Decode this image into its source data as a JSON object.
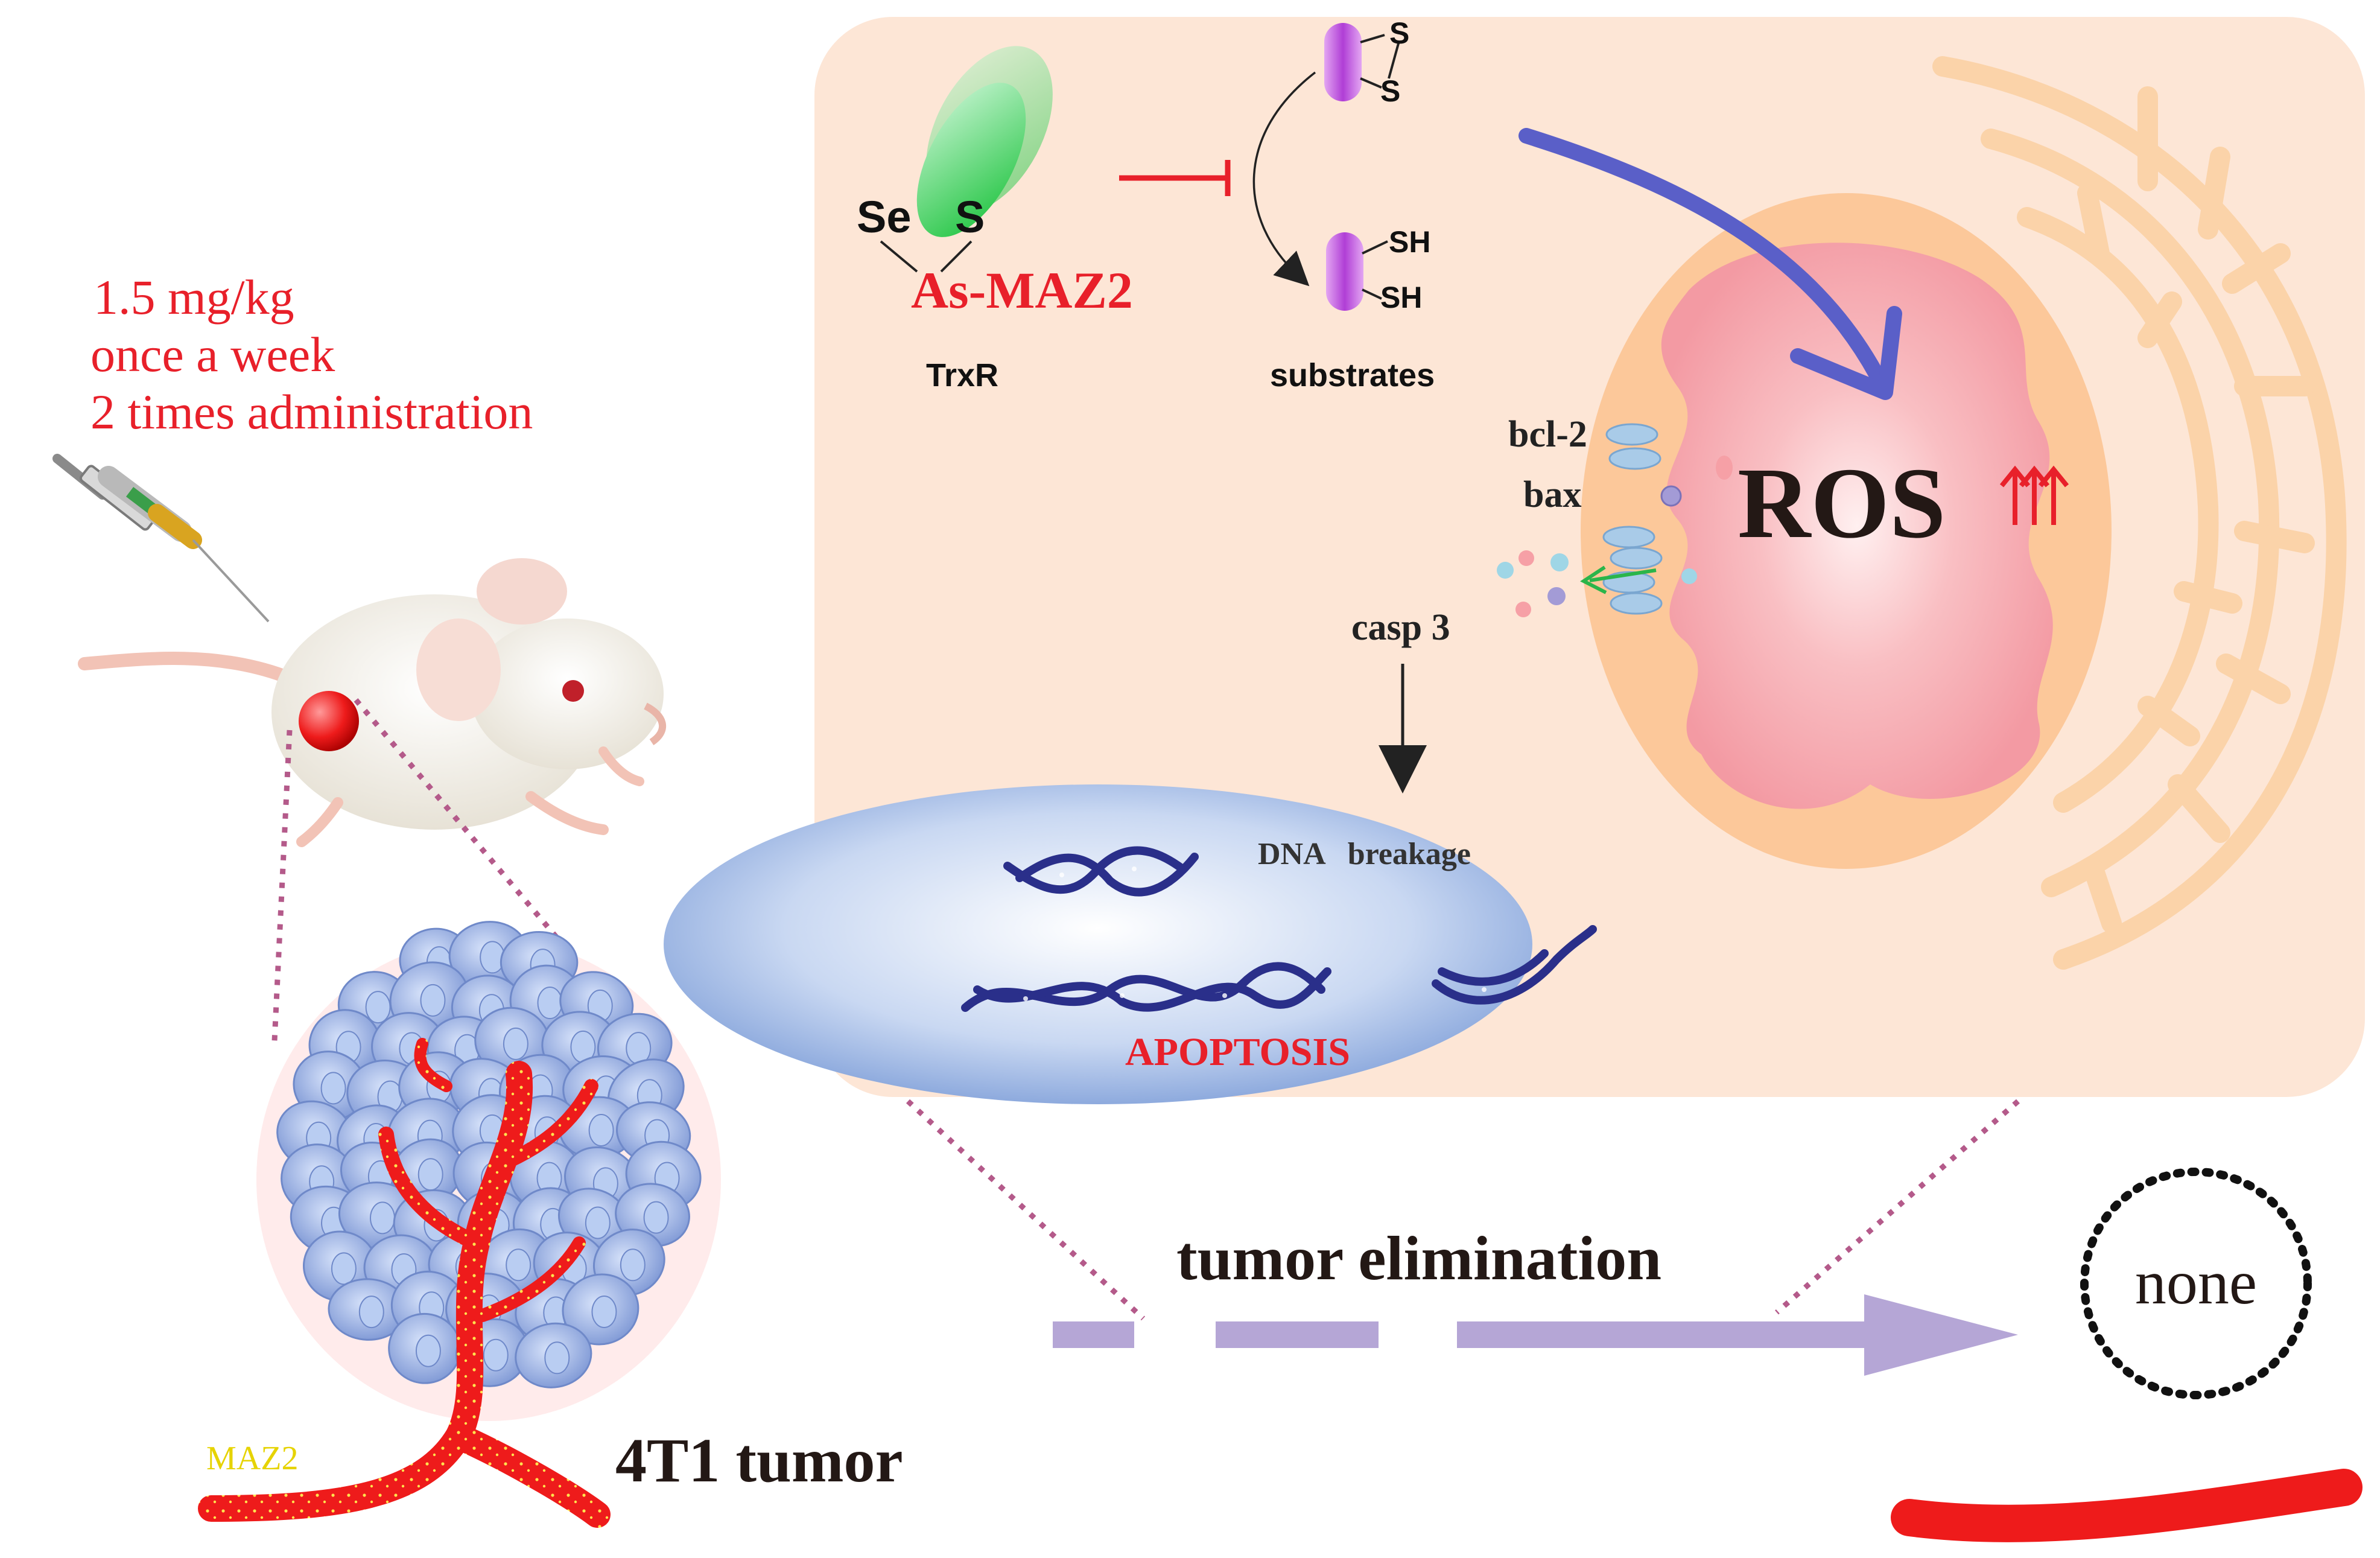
{
  "dosing": {
    "line1": "1.5 mg/kg",
    "line2": "once a week",
    "line3": "2 times administration"
  },
  "cell": {
    "trxr_se": "Se",
    "trxr_s": "S",
    "drug_name": "As-MAZ2",
    "trxr_label": "TrxR",
    "substrate_s1": "S",
    "substrate_s2": "S",
    "substrate_sh1": "SH",
    "substrate_sh2": "SH",
    "substrates_label": "substrates",
    "bcl2_label": "bcl-2",
    "bax_label": "bax",
    "ros_label": "ROS",
    "casp3_label": "casp 3",
    "dna_breakage_label": "DNA   breakage",
    "apoptosis_label": "APOPTOSIS"
  },
  "bottom": {
    "tumor_elimination": "tumor elimination",
    "none_label": "none",
    "maz2_label": "MAZ2",
    "tumor_label": "4T1 tumor"
  },
  "colors": {
    "red_text": "#e8202a",
    "cell_bg": "#fde6d6",
    "mito_outer": "#fcc89a",
    "mito_inner": "#f5a0a8",
    "er": "#fbd3a9",
    "arrow_purple": "#5a5fc8",
    "elim_arrow": "#b5a6d6",
    "nucleus": "#a8c0e6",
    "dna": "#2a2f8a",
    "vessel": "#ee1b1b",
    "tumor_cell": "#8fa7dd"
  }
}
